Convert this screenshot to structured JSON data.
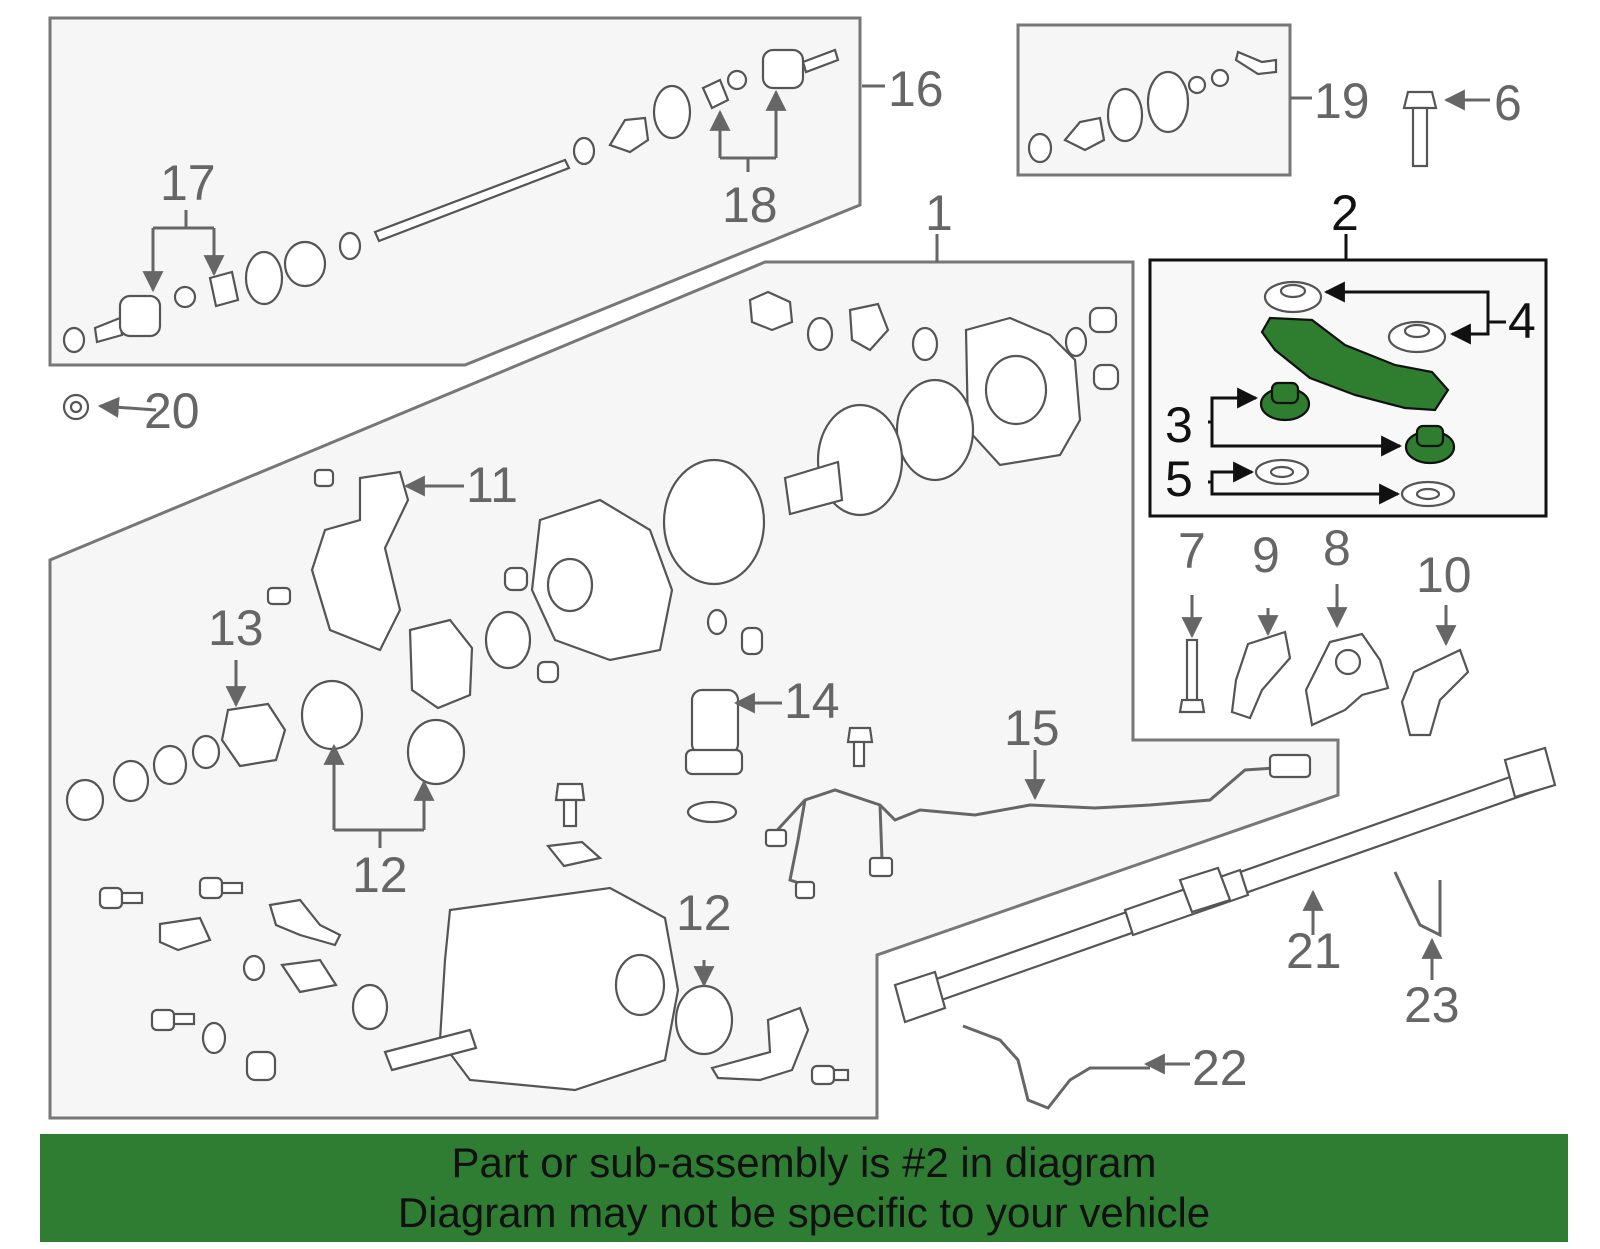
{
  "callouts": {
    "c1": "1",
    "c2": "2",
    "c3": "3",
    "c4": "4",
    "c5": "5",
    "c6": "6",
    "c7": "7",
    "c8": "8",
    "c9": "9",
    "c10": "10",
    "c11": "11",
    "c12a": "12",
    "c12b": "12",
    "c13": "13",
    "c14": "14",
    "c15": "15",
    "c16": "16",
    "c17": "17",
    "c18": "18",
    "c19": "19",
    "c20": "20",
    "c21": "21",
    "c22": "22",
    "c23": "23"
  },
  "banner": {
    "line1": "Part or sub-assembly is #2 in diagram",
    "line2": "Diagram may not be specific to your vehicle"
  },
  "colors": {
    "highlight": "#2f7d2f",
    "banner": "#2e7d32"
  }
}
